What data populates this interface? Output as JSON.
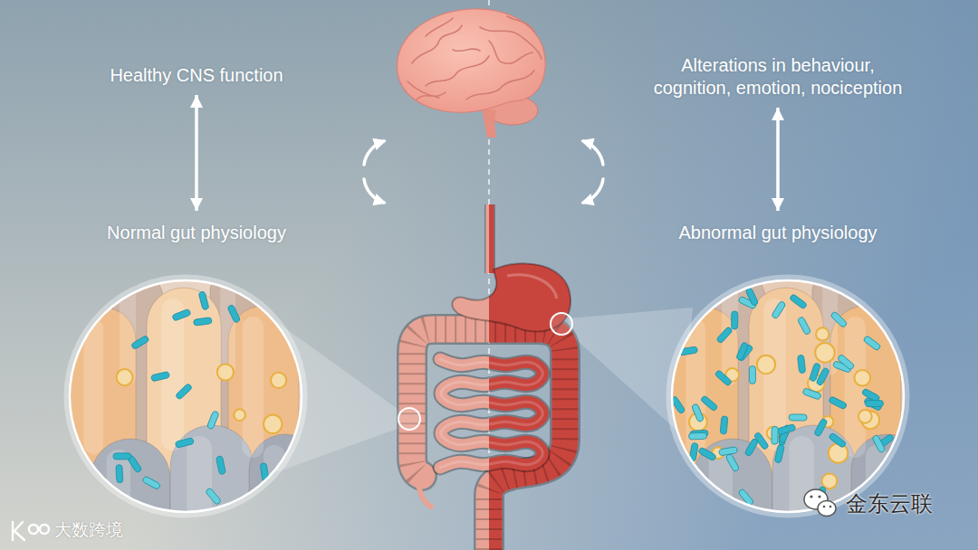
{
  "diagram": {
    "nodes": [
      {
        "text": [
          "Healthy CNS function"
        ]
      },
      {
        "text": [
          "Normal gut physiology"
        ]
      },
      {
        "text": [
          "Alterations in behaviour, cognition, emotion, nociception"
        ]
      },
      {
        "text": [
          "Abnormal gut physiology"
        ]
      }
    ],
    "edges": [
      {
        "from": 0,
        "to": 1,
        "arrow": "both"
      },
      {
        "from": 2,
        "to": 3,
        "arrow": "both"
      }
    ],
    "labels": [
      "大数跨境",
      "金东云联"
    ]
  }
}
